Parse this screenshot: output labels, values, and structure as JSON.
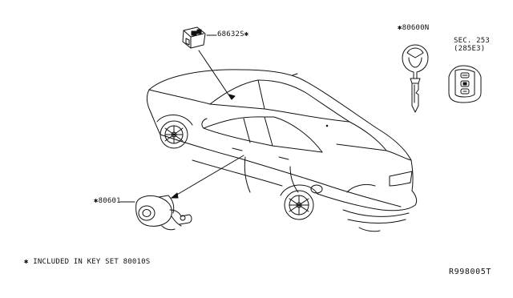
{
  "labels": {
    "part_68632s": "68632S",
    "part_80600n": "80600N",
    "part_80601": "80601",
    "sec_ref": "SEC. 253",
    "sec_sub": "(285E3)",
    "footnote": "INCLUDED IN KEY SET 80010S",
    "diagram_id": "R998005T"
  },
  "marks": {
    "star": "✱"
  }
}
